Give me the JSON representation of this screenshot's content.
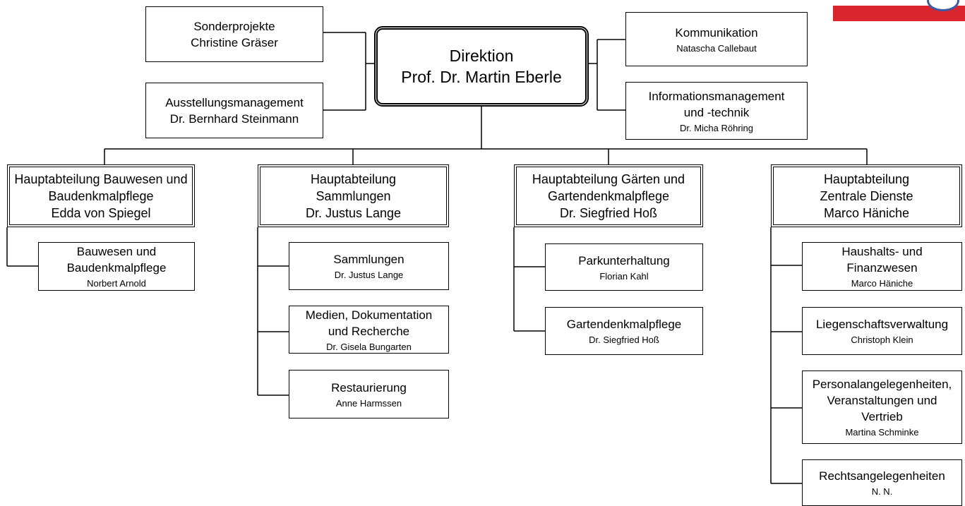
{
  "logo": {
    "name": "logo-mark",
    "colors": {
      "red": "#d9262e",
      "blue": "#3a5ba6"
    }
  },
  "direktion": {
    "title": "Direktion",
    "person": "Prof. Dr. Martin Eberle"
  },
  "staff": {
    "sonderprojekte": {
      "title": "Sonderprojekte",
      "person": "Christine Gräser"
    },
    "ausstellung": {
      "title": "Ausstellungsmanagement",
      "person": "Dr. Bernhard Steinmann"
    },
    "kommunikation": {
      "title": "Kommunikation",
      "person": "Natascha Callebaut"
    },
    "informationsmanagement": {
      "title": "Informationsmanagement und -technik",
      "person": "Dr. Micha Röhring"
    }
  },
  "departments": {
    "bauwesen": {
      "title": "Hauptabteilung Bauwesen und Baudenkmalpflege",
      "person": "Edda von Spiegel",
      "units": [
        {
          "title": "Bauwesen und Baudenkmalpflege",
          "person": "Norbert Arnold"
        }
      ]
    },
    "sammlungen": {
      "title": "Hauptabteilung Sammlungen",
      "person": "Dr. Justus Lange",
      "units": [
        {
          "title": "Sammlungen",
          "person": "Dr. Justus Lange"
        },
        {
          "title": "Medien, Dokumentation und Recherche",
          "person": "Dr. Gisela Bungarten"
        },
        {
          "title": "Restaurierung",
          "person": "Anne Harmssen"
        }
      ]
    },
    "gaerten": {
      "title": "Hauptabteilung Gärten und Gartendenkmalpflege",
      "person": "Dr. Siegfried Hoß",
      "units": [
        {
          "title": "Parkunterhaltung",
          "person": "Florian Kahl"
        },
        {
          "title": "Gartendenkmalpflege",
          "person": "Dr. Siegfried Hoß"
        }
      ]
    },
    "zentrale": {
      "title": "Hauptabteilung Zentrale Dienste",
      "person": "Marco Häniche",
      "units": [
        {
          "title": "Haushalts- und Finanzwesen",
          "person": "Marco Häniche"
        },
        {
          "title": "Liegenschaftsverwaltung",
          "person": "Christoph Klein"
        },
        {
          "title": "Personalangelegenheiten, Veranstaltungen und Vertrieb",
          "person": "Martina Schminke"
        },
        {
          "title": "Rechtsangelegenheiten",
          "person": "N. N."
        }
      ]
    }
  }
}
